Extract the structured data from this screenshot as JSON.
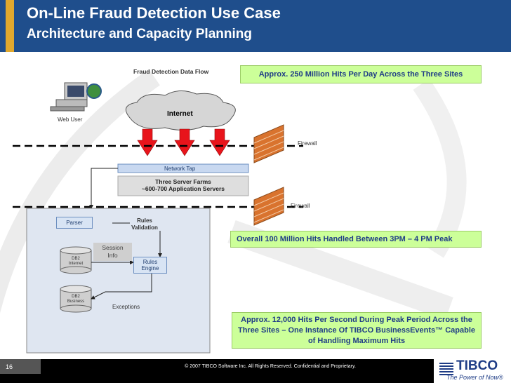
{
  "header": {
    "title": "On-Line Fraud Detection Use Case",
    "subtitle": "Architecture and Capacity Planning"
  },
  "diagram": {
    "flow_title": "Fraud Detection Data Flow",
    "web_user": "Web User",
    "internet": "Internet",
    "firewall_top": "Firewall",
    "firewall_bottom": "Firewall",
    "network_tap": "Network Tap",
    "server_farms_line1": "Three Server Farms",
    "server_farms_line2": "~600-700 Application Servers",
    "parser": "Parser",
    "rules_validation_line1": "Rules",
    "rules_validation_line2": "Validation",
    "session_info_line1": "Session",
    "session_info_line2": "Info",
    "db2_internet_line1": "DB2",
    "db2_internet_line2": "Internet",
    "db2_business_line1": "DB2",
    "db2_business_line2": "Business",
    "rules_engine_line1": "Rules",
    "rules_engine_line2": "Engine",
    "exceptions": "Exceptions"
  },
  "callouts": {
    "hits_per_day": "Approx. 250 Million Hits Per Day Across the Three Sites",
    "peak_hits": "Overall 100 Million Hits Handled Between 3PM – 4 PM  Peak",
    "hits_per_second": "Approx. 12,000 Hits Per Second During Peak Period Across the Three Sites – One Instance Of TIBCO BusinessEvents™ Capable of Handling Maximum Hits"
  },
  "footer": {
    "slide_number": "16",
    "copyright": "© 2007 TIBCO Software Inc. All Rights Reserved. Confidential and Proprietary.",
    "logo": "TIBCO",
    "tagline": "The Power of Now®"
  },
  "colors": {
    "header_bg": "#1f4e8c",
    "accent": "#e0a82e",
    "callout_bg": "#ccff99",
    "arrow_red": "#e8141b",
    "firewall_brick": "#d9732e"
  }
}
